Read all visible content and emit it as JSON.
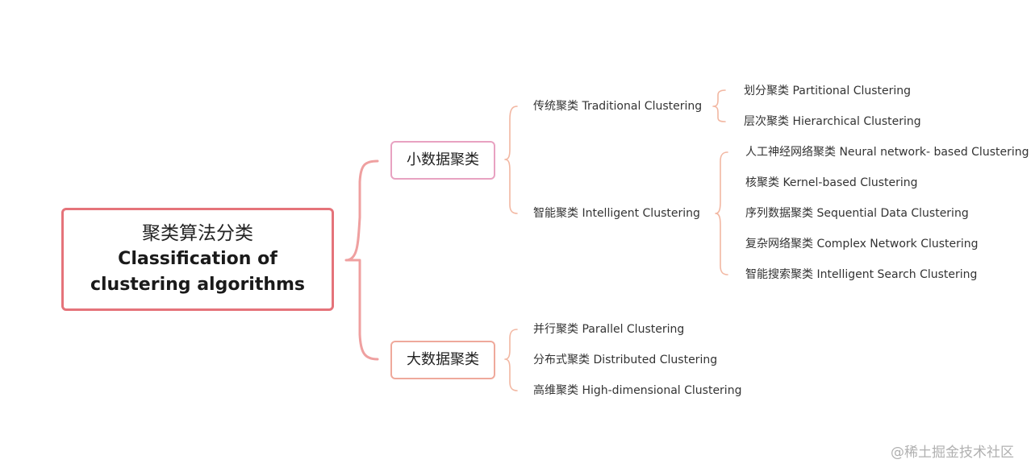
{
  "root": {
    "zh": "聚类算法分类",
    "en_line1": "Classification of",
    "en_line2": "clustering algorithms"
  },
  "branches": {
    "small_data": {
      "label": "小数据聚类",
      "traditional": {
        "label": "传统聚类 Traditional Clustering",
        "children": [
          "划分聚类 Partitional Clustering",
          "层次聚类 Hierarchical Clustering"
        ]
      },
      "intelligent": {
        "label": "智能聚类  Intelligent Clustering",
        "children": [
          "人工神经网络聚类 Neural network- based Clustering",
          "核聚类  Kernel-based Clustering",
          "序列数据聚类 Sequential Data Clustering",
          "复杂网络聚类 Complex Network Clustering",
          "智能搜索聚类 Intelligent Search Clustering"
        ]
      }
    },
    "big_data": {
      "label": "大数据聚类",
      "children": [
        "并行聚类  Parallel Clustering",
        "分布式聚类 Distributed Clustering",
        "高维聚类 High-dimensional Clustering"
      ]
    }
  },
  "watermark": "@稀土掘金技术社区",
  "colors": {
    "root_border": "#e5737a",
    "small_border": "#e8a2c1",
    "big_border": "#efa99b",
    "connector": "#f2b7a2"
  }
}
